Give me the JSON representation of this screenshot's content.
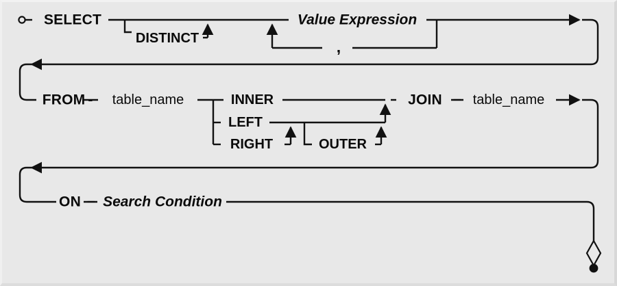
{
  "diagram": {
    "type": "railroad-syntax-diagram",
    "title": "SELECT statement syntax",
    "background_color": "#e8e8e8",
    "line_color": "#111111",
    "start_marker": "circle-stub",
    "end_marker": "diamond-dot",
    "rows": [
      {
        "id": "row-select",
        "tokens": [
          {
            "name": "select-keyword",
            "text": "SELECT",
            "kind": "keyword"
          },
          {
            "name": "distinct-keyword",
            "text": "DISTINCT",
            "kind": "keyword",
            "optional": true
          },
          {
            "name": "value-expression-nonterminal",
            "text": "Value Expression",
            "kind": "nonterminal"
          },
          {
            "name": "comma-separator",
            "text": ",",
            "kind": "literal",
            "repeat": true
          }
        ]
      },
      {
        "id": "row-from",
        "tokens": [
          {
            "name": "from-keyword",
            "text": "FROM",
            "kind": "keyword"
          },
          {
            "name": "from-table-name",
            "text": "table_name",
            "kind": "identifier"
          },
          {
            "name": "inner-keyword",
            "text": "INNER",
            "kind": "keyword",
            "optional": true
          },
          {
            "name": "left-keyword",
            "text": "LEFT",
            "kind": "keyword",
            "optional": true
          },
          {
            "name": "right-keyword",
            "text": "RIGHT",
            "kind": "keyword",
            "optional": true
          },
          {
            "name": "outer-keyword",
            "text": "OUTER",
            "kind": "keyword",
            "optional": true
          },
          {
            "name": "join-keyword",
            "text": "JOIN",
            "kind": "keyword"
          },
          {
            "name": "join-table-name",
            "text": "table_name",
            "kind": "identifier"
          }
        ]
      },
      {
        "id": "row-on",
        "tokens": [
          {
            "name": "on-keyword",
            "text": "ON",
            "kind": "keyword"
          },
          {
            "name": "search-condition-nonterminal",
            "text": "Search Condition",
            "kind": "nonterminal"
          }
        ]
      }
    ]
  },
  "labels": {
    "select": "SELECT",
    "distinct": "DISTINCT",
    "value_expression": "Value Expression",
    "comma": ",",
    "from": "FROM",
    "table_name_1": "table_name",
    "inner": "INNER",
    "left": "LEFT",
    "right": "RIGHT",
    "outer": "OUTER",
    "join": "JOIN",
    "table_name_2": "table_name",
    "on": "ON",
    "search_condition": "Search Condition"
  }
}
